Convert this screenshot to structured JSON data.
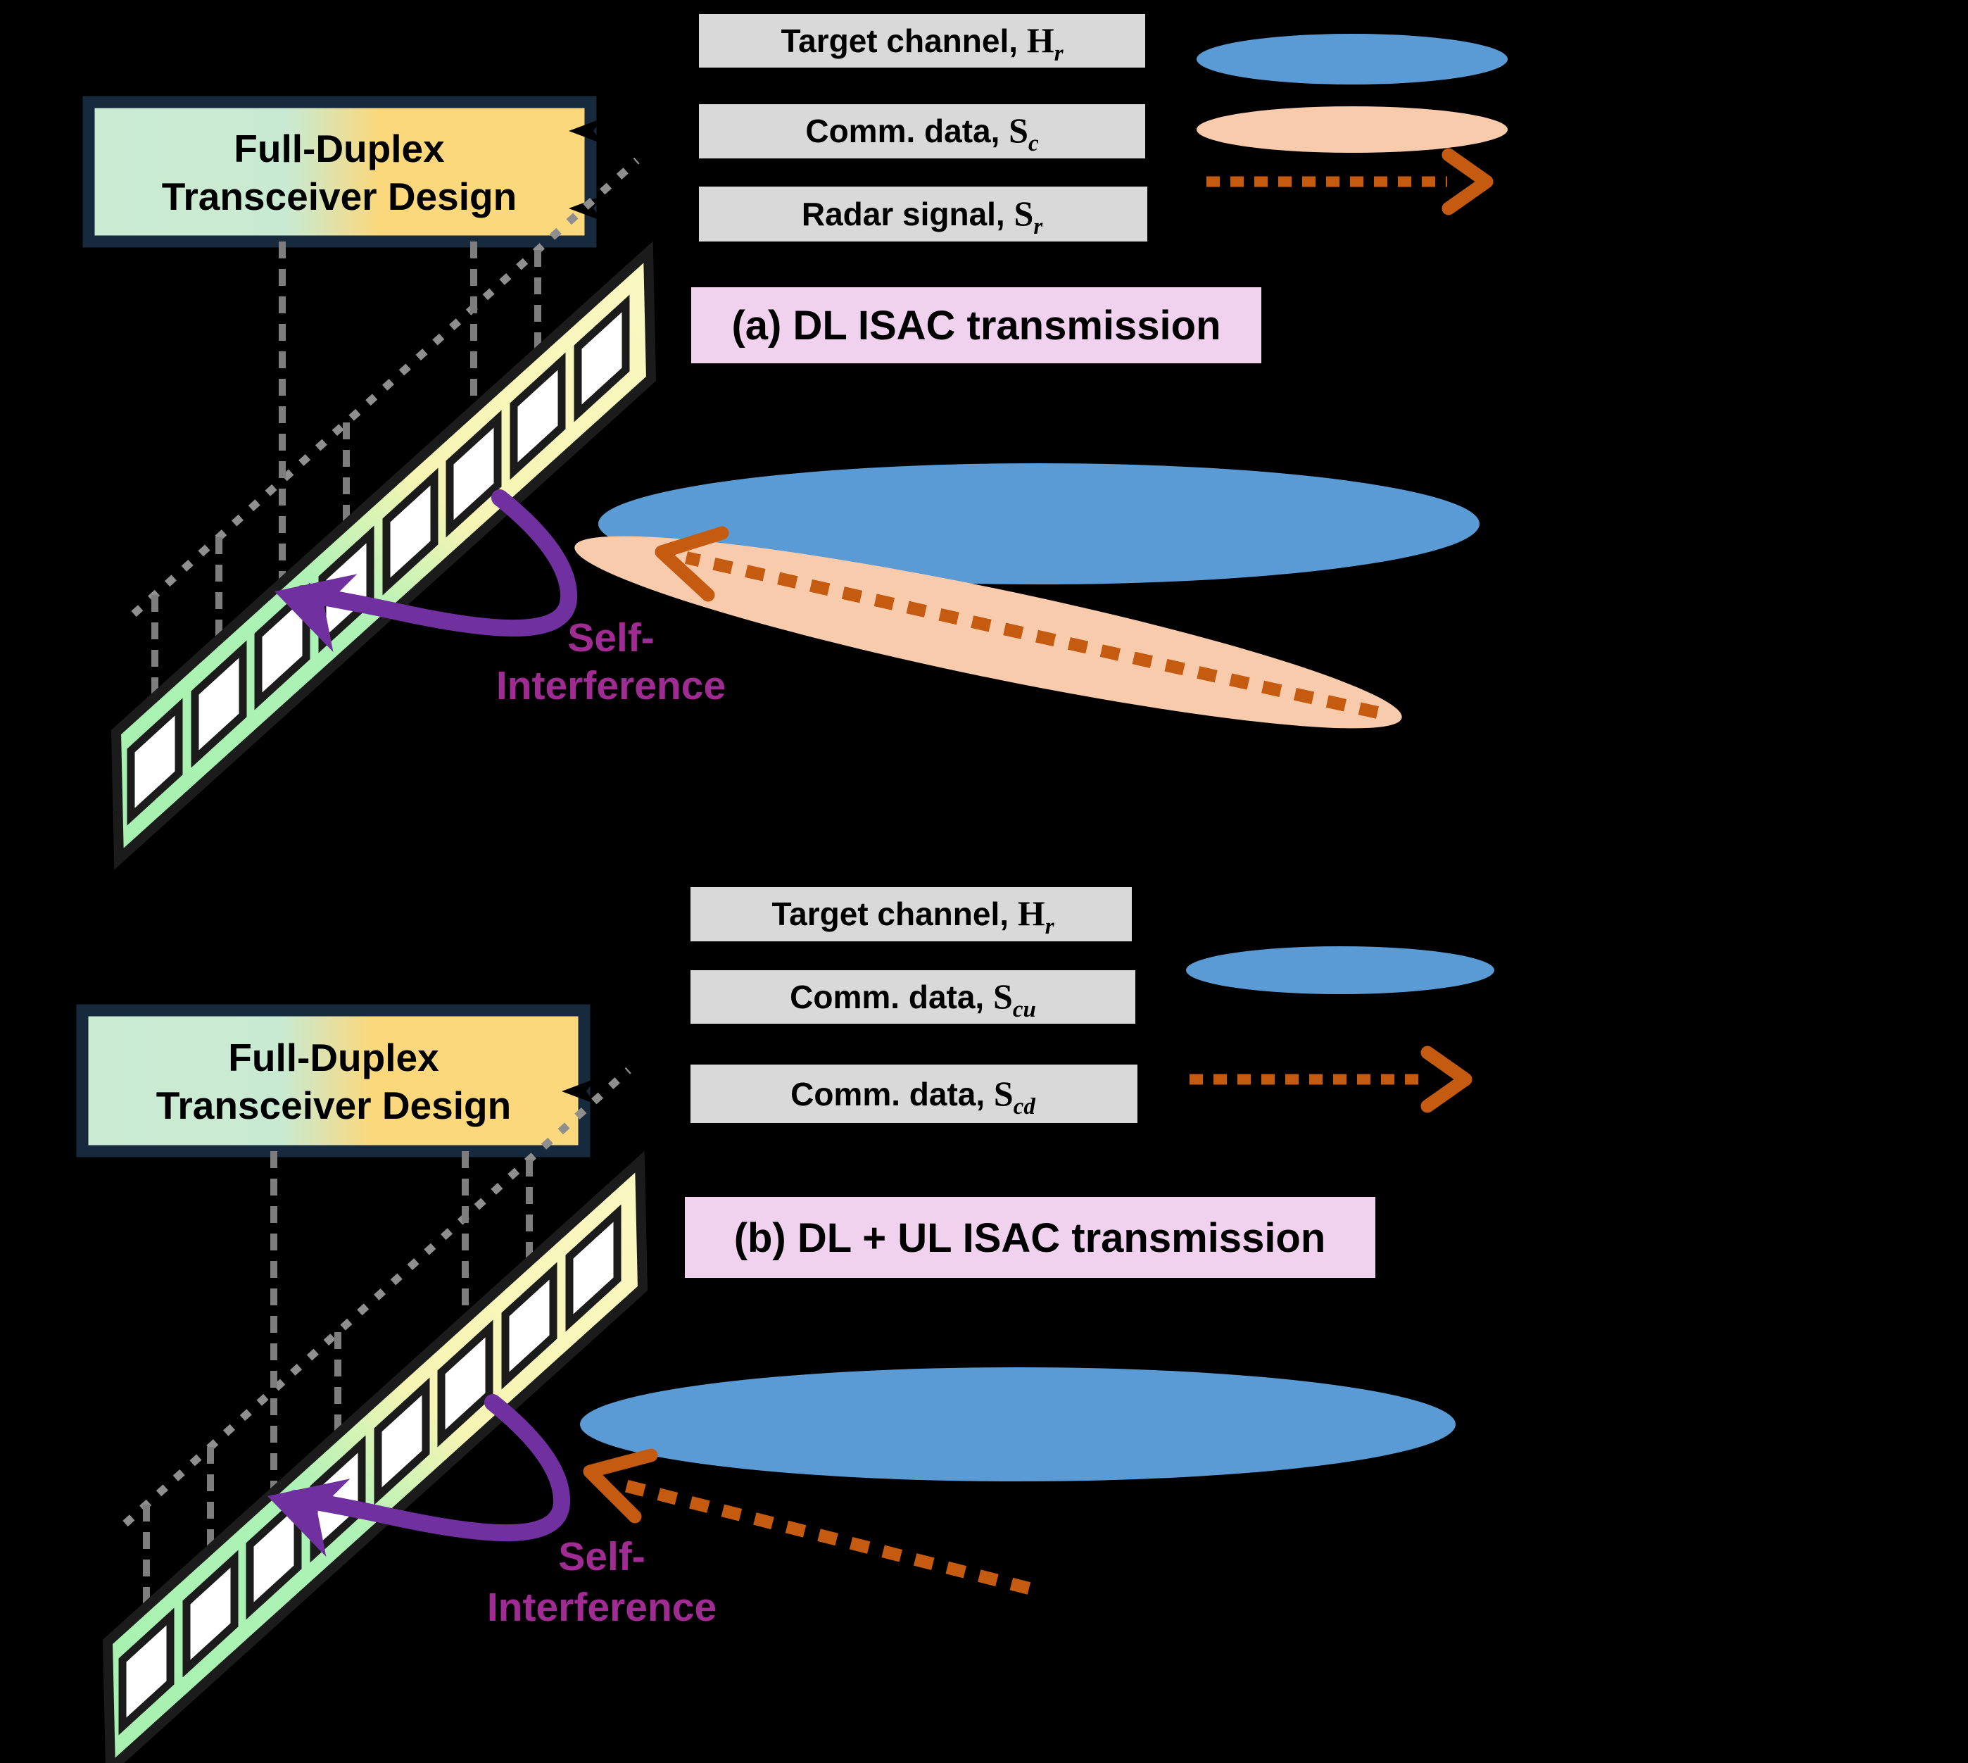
{
  "figure": {
    "type": "scientific-diagram",
    "topic": "Full-duplex ISAC transceiver beam diagram"
  },
  "colors": {
    "background": "#000000",
    "legend_box": "#D9D9D9",
    "target_beam_blue": "#5B9BD5",
    "comm_beam_peach": "#F8CBAD",
    "radar_arrow_orange": "#C55A11",
    "self_interference_purple": "#7030A0",
    "self_interference_text": "#A02B93",
    "caption_pink": "#F0D2EE",
    "box_border_navy": "#17293D",
    "box_green": "#CBEBD3",
    "box_gold": "#FBD87B",
    "array_green": "#A7F1AF",
    "array_yellow": "#FAF8C2",
    "guide_gray": "#7D7D7D"
  },
  "section_a": {
    "caption": "(a) DL ISAC transmission",
    "transceiver": {
      "line1": "Full-Duplex",
      "line2": "Transceiver Design"
    },
    "legend": {
      "row1": {
        "label": "Target channel, ",
        "symbol": "H",
        "sub": "r",
        "marker": "blue-beam-ellipse"
      },
      "row2": {
        "label": "Comm. data, ",
        "symbol": "S",
        "sub": "c",
        "marker": "peach-beam-ellipse"
      },
      "row3": {
        "label": "Radar signal, ",
        "symbol": "S",
        "sub": "r",
        "marker": "orange-dashed-arrow"
      }
    },
    "self_interference": {
      "line1": "Self-",
      "line2": "Interference"
    }
  },
  "section_b": {
    "caption": "(b) DL + UL ISAC transmission",
    "transceiver": {
      "line1": "Full-Duplex",
      "line2": "Transceiver Design"
    },
    "legend": {
      "row1": {
        "label": "Target channel, ",
        "symbol": "H",
        "sub": "r",
        "marker": "blue-beam-ellipse"
      },
      "row2": {
        "label": "Comm. data, ",
        "symbol": "S",
        "sub": "cu",
        "marker": "none"
      },
      "row3": {
        "label": "Comm. data, ",
        "symbol": "S",
        "sub": "cd",
        "marker": "orange-dashed-arrow"
      }
    },
    "self_interference": {
      "line1": "Self-",
      "line2": "Interference"
    }
  }
}
